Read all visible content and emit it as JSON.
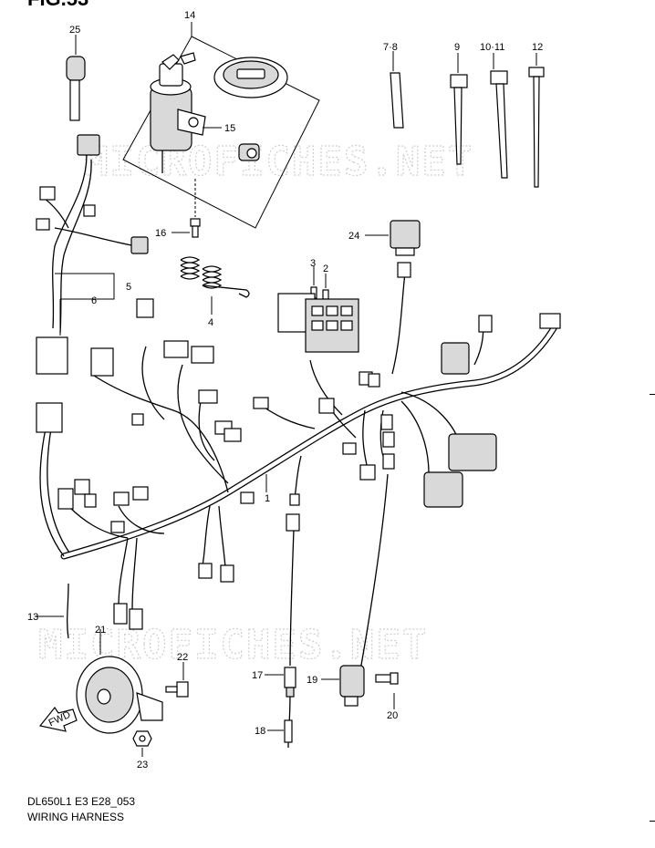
{
  "figure": {
    "title": "FIG.53",
    "model_code": "DL650L1 E3 E28_053",
    "name": "WIRING HARNESS"
  },
  "watermark": {
    "text": "MICROFICHES.NET"
  },
  "callouts": {
    "c1": "1",
    "c2": "2",
    "c3": "3",
    "c4": "4",
    "c5": "5",
    "c6": "6",
    "c7_8": "7·8",
    "c9": "9",
    "c10_11": "10·11",
    "c12": "12",
    "c13": "13",
    "c14": "14",
    "c15": "15",
    "c16": "16",
    "c17": "17",
    "c18": "18",
    "c19": "19",
    "c20": "20",
    "c21": "21",
    "c22": "22",
    "c23": "23",
    "c24": "24",
    "c25": "25"
  },
  "fwd_label": "FWD"
}
